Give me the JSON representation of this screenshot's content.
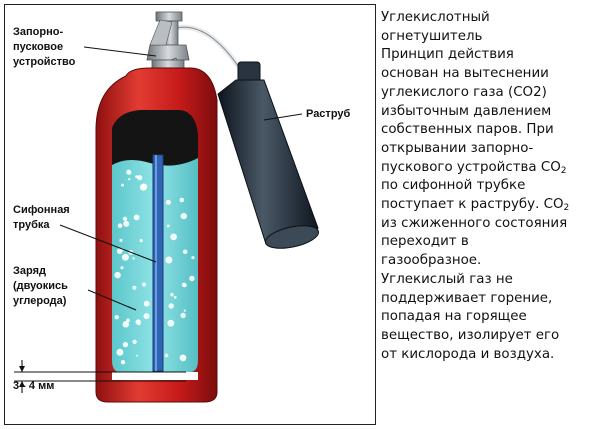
{
  "labels": {
    "valve": [
      "Запорно-",
      "пусковое",
      "устройство"
    ],
    "horn": "Раструб",
    "siphon": [
      "Сифонная",
      "трубка"
    ],
    "charge": [
      "Заряд",
      "(двуокись",
      "углерода)"
    ],
    "gap": "3 - 4 мм"
  },
  "description": [
    {
      "text": "Углекислотный"
    },
    {
      "text": "огнетушитель"
    },
    {
      "text": "Принцип действия"
    },
    {
      "text": "основан на вытеснении"
    },
    {
      "text": "углекислого газа (СО2)"
    },
    {
      "text": "избыточным давлением"
    },
    {
      "text": "собственных паров. При"
    },
    {
      "text": "открывании запорно-"
    },
    {
      "text": "пускового устройства СО",
      "sub": "2"
    },
    {
      "text": "по сифонной трубке"
    },
    {
      "text": "поступает к раструбу. СО",
      "sub": "2"
    },
    {
      "text": "из сжиженного состояния"
    },
    {
      "text": "переходит в"
    },
    {
      "text": "газообразное."
    },
    {
      "text": "Углекислый газ не"
    },
    {
      "text": "поддерживает горение,"
    },
    {
      "text": "попадая на горящее"
    },
    {
      "text": "вещество, изолирует его"
    },
    {
      "text": "от кислорода и воздуха."
    }
  ],
  "colors": {
    "body_red": "#c81e1e",
    "liquid": "#6fd3d6",
    "siphon": "#2f63b4",
    "horn": "#1f2a36",
    "valve": "#9aa0a6",
    "gas": "#121212"
  }
}
